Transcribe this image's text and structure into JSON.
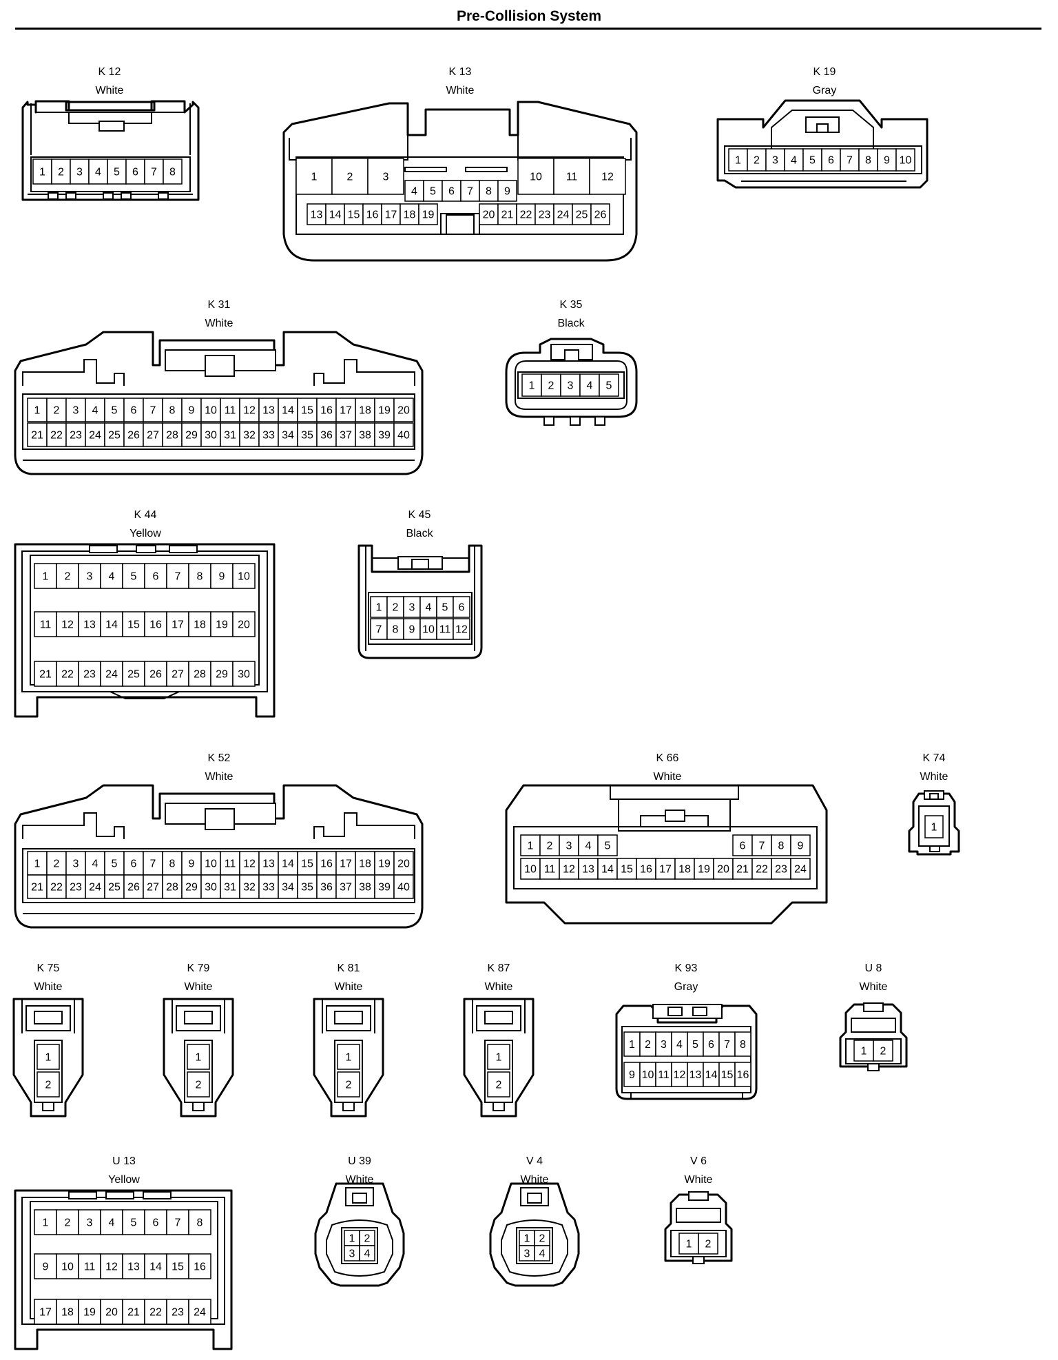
{
  "title": "Pre-Collision System",
  "connectors": [
    {
      "id": "K 12",
      "color": "White",
      "pins": [
        "1",
        "2",
        "3",
        "4",
        "5",
        "6",
        "7",
        "8"
      ]
    },
    {
      "id": "K 13",
      "color": "White",
      "pins": [
        "1",
        "2",
        "3",
        "4",
        "5",
        "6",
        "7",
        "8",
        "9",
        "10",
        "11",
        "12",
        "13",
        "14",
        "15",
        "16",
        "17",
        "18",
        "19",
        "20",
        "21",
        "22",
        "23",
        "24",
        "25",
        "26"
      ]
    },
    {
      "id": "K 19",
      "color": "Gray",
      "pins": [
        "1",
        "2",
        "3",
        "4",
        "5",
        "6",
        "7",
        "8",
        "9",
        "10"
      ]
    },
    {
      "id": "K 31",
      "color": "White",
      "pins": [
        "1",
        "2",
        "3",
        "4",
        "5",
        "6",
        "7",
        "8",
        "9",
        "10",
        "11",
        "12",
        "13",
        "14",
        "15",
        "16",
        "17",
        "18",
        "19",
        "20",
        "21",
        "22",
        "23",
        "24",
        "25",
        "26",
        "27",
        "28",
        "29",
        "30",
        "31",
        "32",
        "33",
        "34",
        "35",
        "36",
        "37",
        "38",
        "39",
        "40"
      ]
    },
    {
      "id": "K 35",
      "color": "Black",
      "pins": [
        "1",
        "2",
        "3",
        "4",
        "5"
      ]
    },
    {
      "id": "K 44",
      "color": "Yellow",
      "pins": [
        "1",
        "2",
        "3",
        "4",
        "5",
        "6",
        "7",
        "8",
        "9",
        "10",
        "11",
        "12",
        "13",
        "14",
        "15",
        "16",
        "17",
        "18",
        "19",
        "20",
        "21",
        "22",
        "23",
        "24",
        "25",
        "26",
        "27",
        "28",
        "29",
        "30"
      ]
    },
    {
      "id": "K 45",
      "color": "Black",
      "pins": [
        "1",
        "2",
        "3",
        "4",
        "5",
        "6",
        "7",
        "8",
        "9",
        "10",
        "11",
        "12"
      ]
    },
    {
      "id": "K 52",
      "color": "White",
      "pins": [
        "1",
        "2",
        "3",
        "4",
        "5",
        "6",
        "7",
        "8",
        "9",
        "10",
        "11",
        "12",
        "13",
        "14",
        "15",
        "16",
        "17",
        "18",
        "19",
        "20",
        "21",
        "22",
        "23",
        "24",
        "25",
        "26",
        "27",
        "28",
        "29",
        "30",
        "31",
        "32",
        "33",
        "34",
        "35",
        "36",
        "37",
        "38",
        "39",
        "40"
      ]
    },
    {
      "id": "K 66",
      "color": "White",
      "pins": [
        "1",
        "2",
        "3",
        "4",
        "5",
        "6",
        "7",
        "8",
        "9",
        "10",
        "11",
        "12",
        "13",
        "14",
        "15",
        "16",
        "17",
        "18",
        "19",
        "20",
        "21",
        "22",
        "23",
        "24"
      ]
    },
    {
      "id": "K 74",
      "color": "White",
      "pins": [
        "1"
      ]
    },
    {
      "id": "K 75",
      "color": "White",
      "pins": [
        "1",
        "2"
      ]
    },
    {
      "id": "K 79",
      "color": "White",
      "pins": [
        "1",
        "2"
      ]
    },
    {
      "id": "K 81",
      "color": "White",
      "pins": [
        "1",
        "2"
      ]
    },
    {
      "id": "K 87",
      "color": "White",
      "pins": [
        "1",
        "2"
      ]
    },
    {
      "id": "K 93",
      "color": "Gray",
      "pins": [
        "1",
        "2",
        "3",
        "4",
        "5",
        "6",
        "7",
        "8",
        "9",
        "10",
        "11",
        "12",
        "13",
        "14",
        "15",
        "16"
      ]
    },
    {
      "id": "U 8",
      "color": "White",
      "pins": [
        "1",
        "2"
      ]
    },
    {
      "id": "U 13",
      "color": "Yellow",
      "pins": [
        "1",
        "2",
        "3",
        "4",
        "5",
        "6",
        "7",
        "8",
        "9",
        "10",
        "11",
        "12",
        "13",
        "14",
        "15",
        "16",
        "17",
        "18",
        "19",
        "20",
        "21",
        "22",
        "23",
        "24"
      ]
    },
    {
      "id": "U 39",
      "color": "White",
      "pins": [
        "1",
        "2",
        "3",
        "4"
      ]
    },
    {
      "id": "V 4",
      "color": "White",
      "pins": [
        "1",
        "2",
        "3",
        "4"
      ]
    },
    {
      "id": "V 6",
      "color": "White",
      "pins": [
        "1",
        "2"
      ]
    }
  ]
}
